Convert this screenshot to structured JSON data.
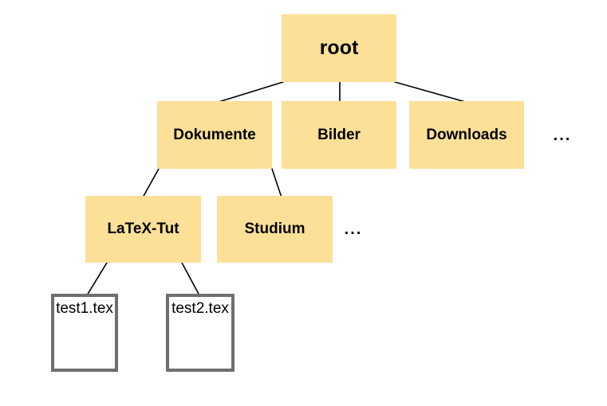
{
  "diagram": {
    "type": "tree",
    "description": "Directory tree",
    "nodes": {
      "root": "root",
      "dokumente": "Dokumente",
      "bilder": "Bilder",
      "downloads": "Downloads",
      "level2_ellipsis": "...",
      "latex_tut": "LaTeX-Tut",
      "studium": "Studium",
      "level3_ellipsis": "...",
      "file1": "test1.tex",
      "file2": "test2.tex"
    },
    "edges": [
      {
        "from": "root",
        "to": "dokumente"
      },
      {
        "from": "root",
        "to": "bilder"
      },
      {
        "from": "root",
        "to": "downloads"
      },
      {
        "from": "dokumente",
        "to": "latex_tut"
      },
      {
        "from": "dokumente",
        "to": "studium"
      },
      {
        "from": "latex_tut",
        "to": "file1"
      },
      {
        "from": "latex_tut",
        "to": "file2"
      }
    ],
    "colors": {
      "folder_fill": "#FCE097",
      "file_fill": "#FFFFFF",
      "file_border": "#6E6E6E",
      "edge": "#000000",
      "text": "#000000",
      "background": "#FFFFFF"
    }
  }
}
